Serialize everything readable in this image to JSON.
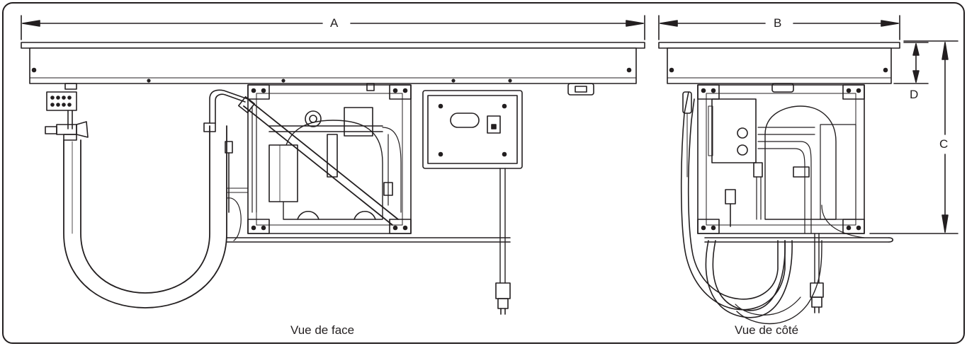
{
  "dimensions": {
    "a": "A",
    "b": "B",
    "c": "C",
    "d": "D"
  },
  "views": {
    "front": "Vue de face",
    "side": "Vue de côté"
  },
  "colors": {
    "line": "#231f20",
    "background": "#ffffff"
  }
}
